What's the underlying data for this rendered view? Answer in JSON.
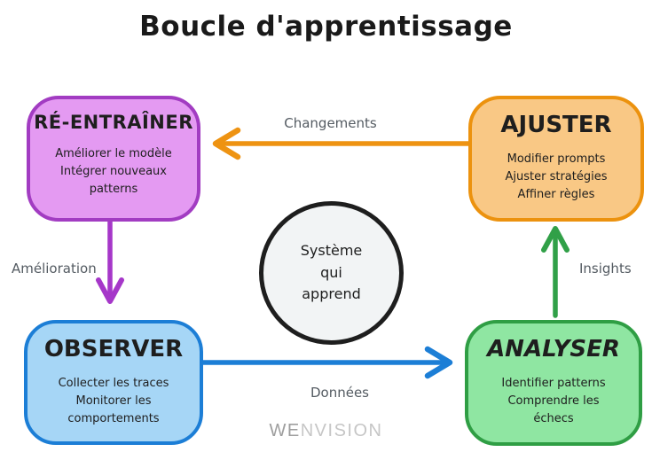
{
  "title": "Boucle d'apprentissage",
  "nodes": {
    "retrain": {
      "title": "RÉ-ENTRAÎNER",
      "body": "Améliorer le modèle\nIntégrer nouveaux\npatterns",
      "fill": "#e49af2",
      "stroke": "#a23cc2"
    },
    "adjust": {
      "title": "AJUSTER",
      "body": "Modifier prompts\nAjuster stratégies\nAffiner règles",
      "fill": "#f9c885",
      "stroke": "#ec920e"
    },
    "observe": {
      "title": "OBSERVER",
      "body": "Collecter les traces\nMonitorer les\ncomportements",
      "fill": "#a6d6f6",
      "stroke": "#1c7ed6"
    },
    "analyse": {
      "title": "ANALYSER",
      "body": "Identifier patterns\nComprendre les\néchecs",
      "fill": "#8fe6a2",
      "stroke": "#2f9e44"
    }
  },
  "center": {
    "label": "Système\nqui\napprend",
    "fill": "#f2f4f5",
    "stroke": "#1e1e1e"
  },
  "edges": {
    "changements": {
      "label": "Changements",
      "color": "#ee9312"
    },
    "amelioration": {
      "label": "Amélioration",
      "color": "#a637c9"
    },
    "donnees": {
      "label": "Données",
      "color": "#1c7ed6"
    },
    "insights": {
      "label": "Insights",
      "color": "#31a048"
    }
  },
  "label_color": "#545b62",
  "watermark": {
    "bold": "WE",
    "light": "NVISION"
  }
}
